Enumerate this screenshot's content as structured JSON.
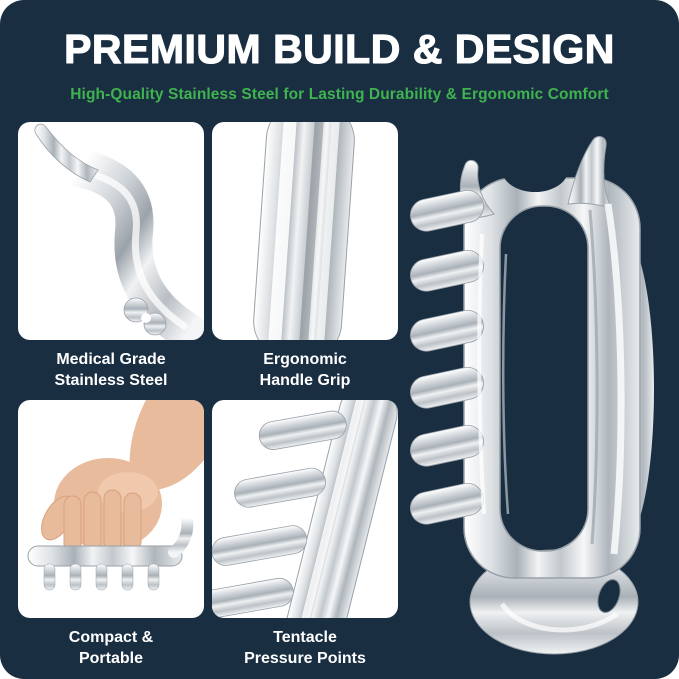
{
  "header": {
    "title": "PREMIUM BUILD & DESIGN",
    "subtitle": "High-Quality Stainless Steel for Lasting Durability & Ergonomic Comfort"
  },
  "features": [
    {
      "caption": "Medical Grade\nStainless Steel",
      "photo": "stainless-steel-claw-closeup"
    },
    {
      "caption": "Ergonomic\nHandle Grip",
      "photo": "handle-grip-closeup"
    },
    {
      "caption": "Compact &\nPortable",
      "photo": "hand-holding-tool"
    },
    {
      "caption": "Tentacle\nPressure Points",
      "photo": "tentacle-pressure-points-closeup"
    }
  ],
  "hero": {
    "photo": "stainless-steel-massage-tool"
  },
  "colors": {
    "background": "#1a2e42",
    "panel": "#ffffff",
    "title": "#ffffff",
    "subtitle_green": "#3fb34f",
    "caption": "#ffffff",
    "chrome_light": "#f6f7f8",
    "chrome_mid": "#c2c8cd",
    "chrome_dark": "#a9b1b8",
    "skin": "#e9bb9d"
  }
}
